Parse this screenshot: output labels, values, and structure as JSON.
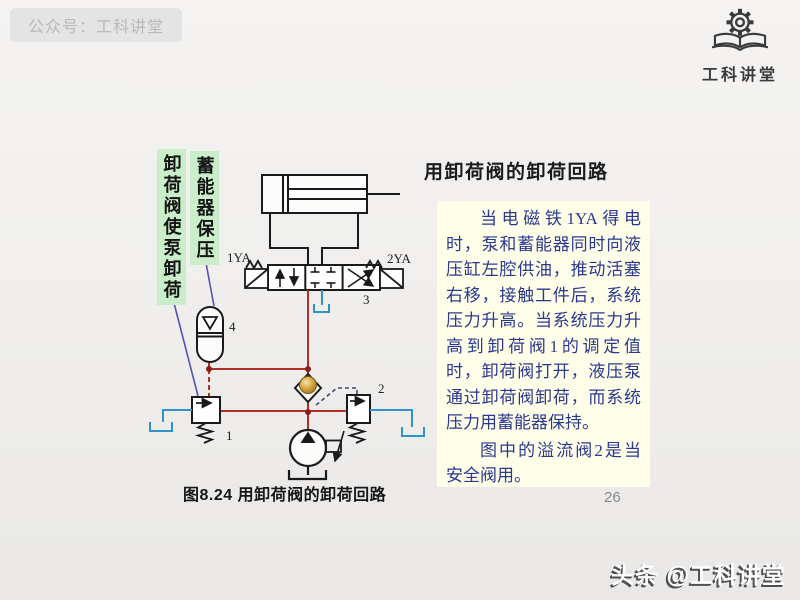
{
  "header": {
    "badge": "公众号：工科讲堂",
    "logo_text": "工科讲堂"
  },
  "callouts": {
    "unload_label": "卸荷阀使泵卸荷",
    "accumulator_label": "蓄能器保压"
  },
  "lesson": {
    "title": "用卸荷阀的卸荷回路",
    "paragraph_1": "当电磁铁1YA得电时，泵和蓄能器同时向液压缸左腔供油，推动活塞右移，接触工件后，系统压力升高。当系统压力升高到卸荷阀1的调定值时，卸荷阀打开，液压泵通过卸荷阀卸荷，而系统压力用蓄能器保持。",
    "paragraph_2": "图中的溢流阀2是当安全阀用。"
  },
  "diagram": {
    "caption": "图8.24 用卸荷阀的卸荷回路",
    "labels": {
      "solenoid_left": "1YA",
      "solenoid_right": "2YA",
      "directional_valve": "3",
      "accumulator": "4",
      "unloading_valve": "1",
      "relief_valve": "2"
    },
    "colors": {
      "pressure_line": "#b03028",
      "tank_line": "#2e93c8",
      "pilot_dash": "#44486e",
      "callout_line": "#5552b8",
      "callout_bg": "#c9eec9",
      "check_ball": "#d2a13e",
      "body_text": "#2a3890",
      "panel_bg": "#ffffe9"
    }
  },
  "footer": {
    "watermark": "头条 @工科讲堂",
    "page_number": "26"
  }
}
